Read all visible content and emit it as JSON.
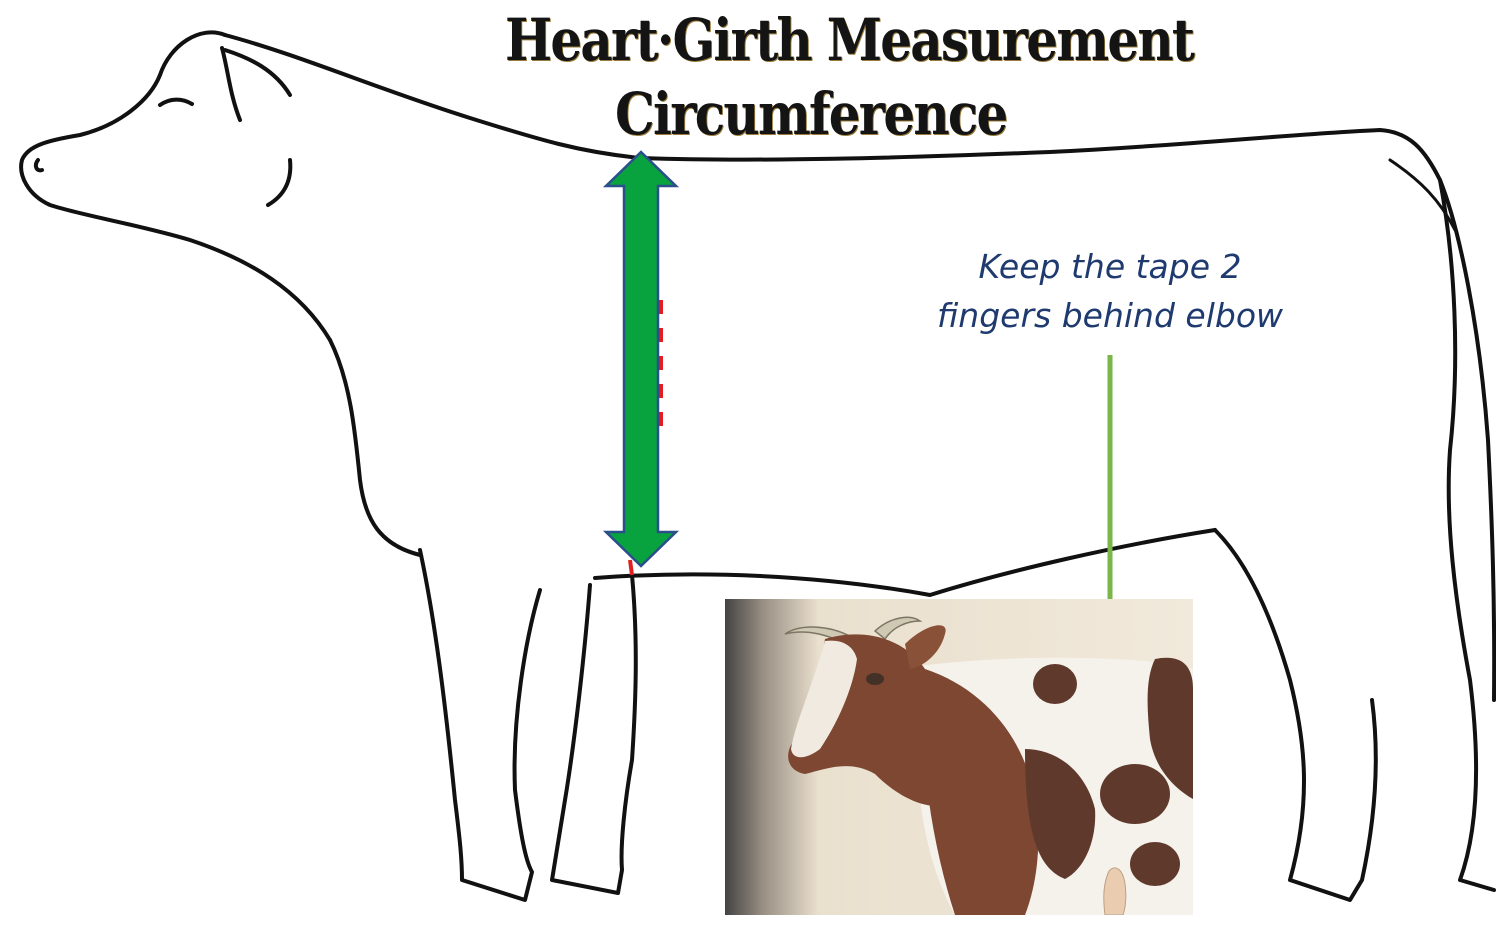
{
  "title": {
    "line1": "Heart·Girth Measurement",
    "line2": "Circumference"
  },
  "annotation": {
    "line1": "Keep the tape 2",
    "line2": "fingers behind elbow"
  },
  "colors": {
    "girth_arrow": "#08a23e",
    "girth_arrow_outline": "#2b4f8a",
    "pointer_line": "#7ab648",
    "outline": "#111111",
    "annotation_text": "#1e3a6e"
  },
  "icons": {
    "girth_arrow": "double-headed-arrow-icon",
    "pointer": "pointer-line"
  }
}
